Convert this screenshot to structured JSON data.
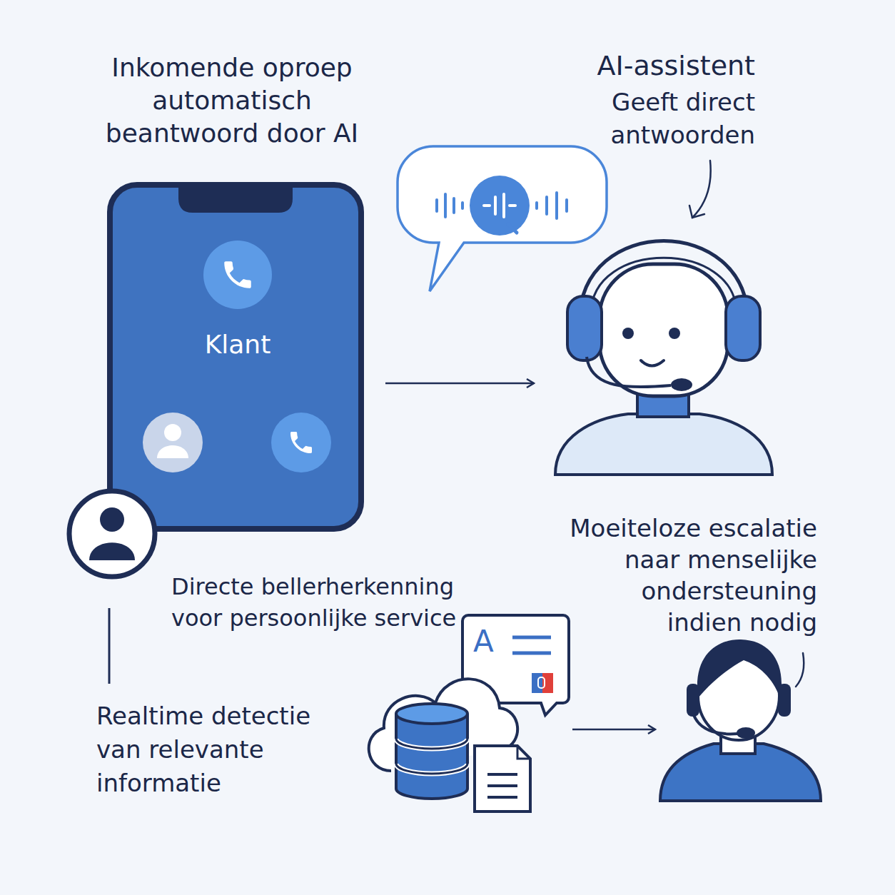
{
  "diagram": {
    "nodes": [
      {
        "text": [
          "Inkomende oproep automatisch beantwoord door AI",
          "Klant"
        ]
      },
      {
        "text": [
          "AI-assistent",
          "Geeft direct antwoorden"
        ]
      },
      {
        "text": [
          "A"
        ]
      },
      {
        "text": [
          "Moeiteloze escalatie naar menselijke ondersteuning indien nodig"
        ]
      }
    ],
    "edges": [
      {
        "from": 0,
        "to": 1,
        "arrow": "to"
      },
      {
        "from": 2,
        "to": 3,
        "arrow": "to"
      }
    ],
    "labels": [
      "Directe bellerherkenning voor persoonlijke service",
      "Realtime detectie van relevante informatie"
    ]
  }
}
